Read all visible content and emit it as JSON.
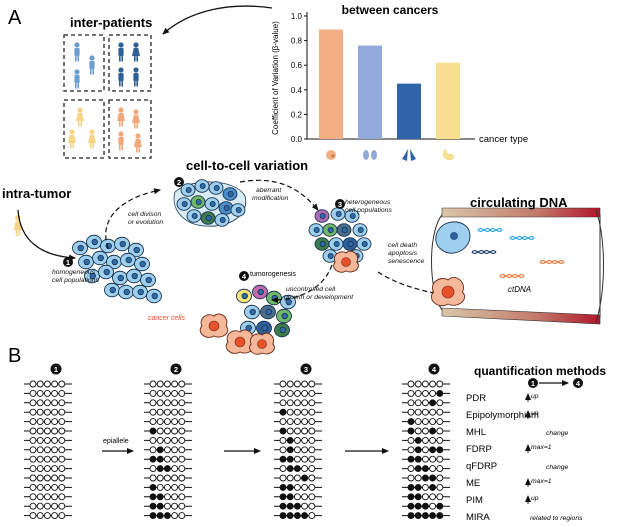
{
  "panels": {
    "a": "A",
    "b": "B"
  },
  "chart": {
    "title": "between cancers",
    "ylabel": "Coefficient of Variation (β-value)",
    "xlabel": "cancer type",
    "ylim": [
      0,
      1.0
    ],
    "ticks": [
      "0.0",
      "0.2",
      "0.4",
      "0.6",
      "0.8",
      "1.0"
    ]
  },
  "chart_data": {
    "type": "bar",
    "title": "between cancers",
    "xlabel": "cancer type",
    "ylabel": "Coefficient of Variation (β-value)",
    "ylim": [
      0,
      1.0
    ],
    "categories": [
      "breast",
      "kidney",
      "lung",
      "stomach"
    ],
    "values": [
      0.89,
      0.76,
      0.45,
      0.62
    ],
    "colors": [
      "#f2ae83",
      "#92a9d9",
      "#2f64a8",
      "#f8de8f"
    ],
    "grid": false
  },
  "labels": {
    "inter_patients": "inter-patients",
    "intra_tumor": "intra-tumor",
    "cell_to_cell": "cell-to-cell variation",
    "circulating": "circulating DNA",
    "cell_division": [
      "cell divison",
      "or evolution"
    ],
    "aberrant": [
      "aberrant",
      "modification"
    ],
    "heterogeneous": [
      "heterogeneous",
      "cell populations"
    ],
    "homogeneous": [
      "homogeneous",
      "cell populations"
    ],
    "tumorogenesis": "tumorogenesis",
    "cancer_cells": "cancer cells",
    "uncontrolled": [
      "uncontrolled cell",
      "growth or development"
    ],
    "cell_death": [
      "cell death",
      "apoptosis",
      "senescence"
    ],
    "ctdna": "ctDNA",
    "epiallele": "epiallele"
  },
  "steps": [
    "1",
    "2",
    "3",
    "4"
  ],
  "quantification": {
    "title": "quantification methods",
    "methods": [
      {
        "name": "PDR",
        "trend": "up",
        "arrow": true
      },
      {
        "name": "Epipolymorphism",
        "trend": "up",
        "arrow": true
      },
      {
        "name": "MHL",
        "trend": "change",
        "arrow": false
      },
      {
        "name": "FDRP",
        "trend": "max=1",
        "arrow": true
      },
      {
        "name": "qFDRP",
        "trend": "change",
        "arrow": false
      },
      {
        "name": "ME",
        "trend": "max=1",
        "arrow": true
      },
      {
        "name": "PIM",
        "trend": "up",
        "arrow": true
      },
      {
        "name": "MIRA",
        "trend": "related to regions",
        "arrow": false
      }
    ]
  },
  "colors": {
    "cell_light_blue": "#9fcfee",
    "nucleus_blue": "#2e6aa8",
    "cancer_orange": "#e8502a",
    "dna_orange": "#e87a3a",
    "dna_blue": "#29a5dc",
    "male_blue": "#4c7fb8",
    "female_yellow": "#f6d58a",
    "female_orange": "#f1a87c"
  }
}
